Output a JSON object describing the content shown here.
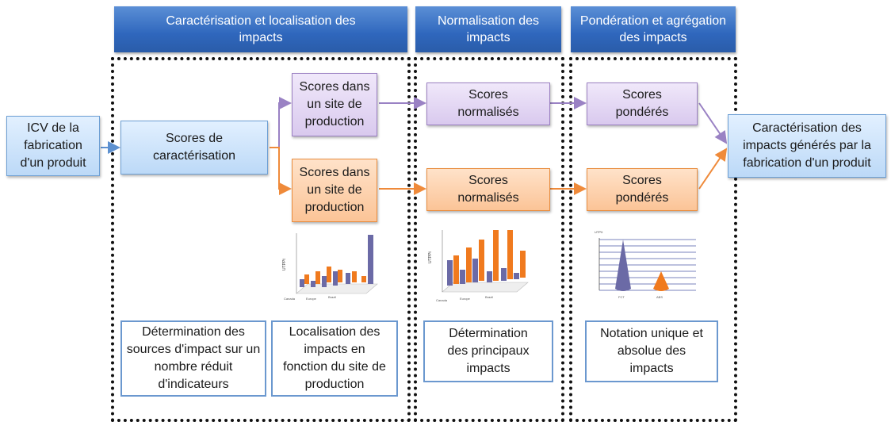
{
  "headers": {
    "characterisation": "Caractérisation et localisation des impacts",
    "normalisation": "Normalisation des impacts",
    "weighting": "Pondération et agrégation  des impacts"
  },
  "input": "ICV de la fabrication d'un produit",
  "characterisation_scores": "Scores de caractérisation",
  "site_scores_purple": "Scores dans un site de production",
  "site_scores_orange": "Scores dans un site de production",
  "normalised_purple": "Scores normalisés",
  "normalised_orange": "Scores normalisés",
  "weighted_purple": "Scores pondérés",
  "weighted_orange": "Scores pondérés",
  "output": "Caractérisation des impacts générés par la fabrication d'un produit",
  "descriptions": {
    "sources": "Détermination des sources d'impact sur un nombre réduit d'indicateurs",
    "localisation": "Localisation des impacts en fonction du site de production",
    "principal": "Détermination des principaux impacts",
    "notation": "Notation unique et absolue des impacts"
  },
  "colors": {
    "header": "#2f67bd",
    "purple_series": "#6b6aa6",
    "orange_series": "#f07a1e",
    "arrow_purple": "#9a82c4",
    "arrow_orange": "#ef8a3a",
    "arrow_blue": "#5e91d0"
  }
}
